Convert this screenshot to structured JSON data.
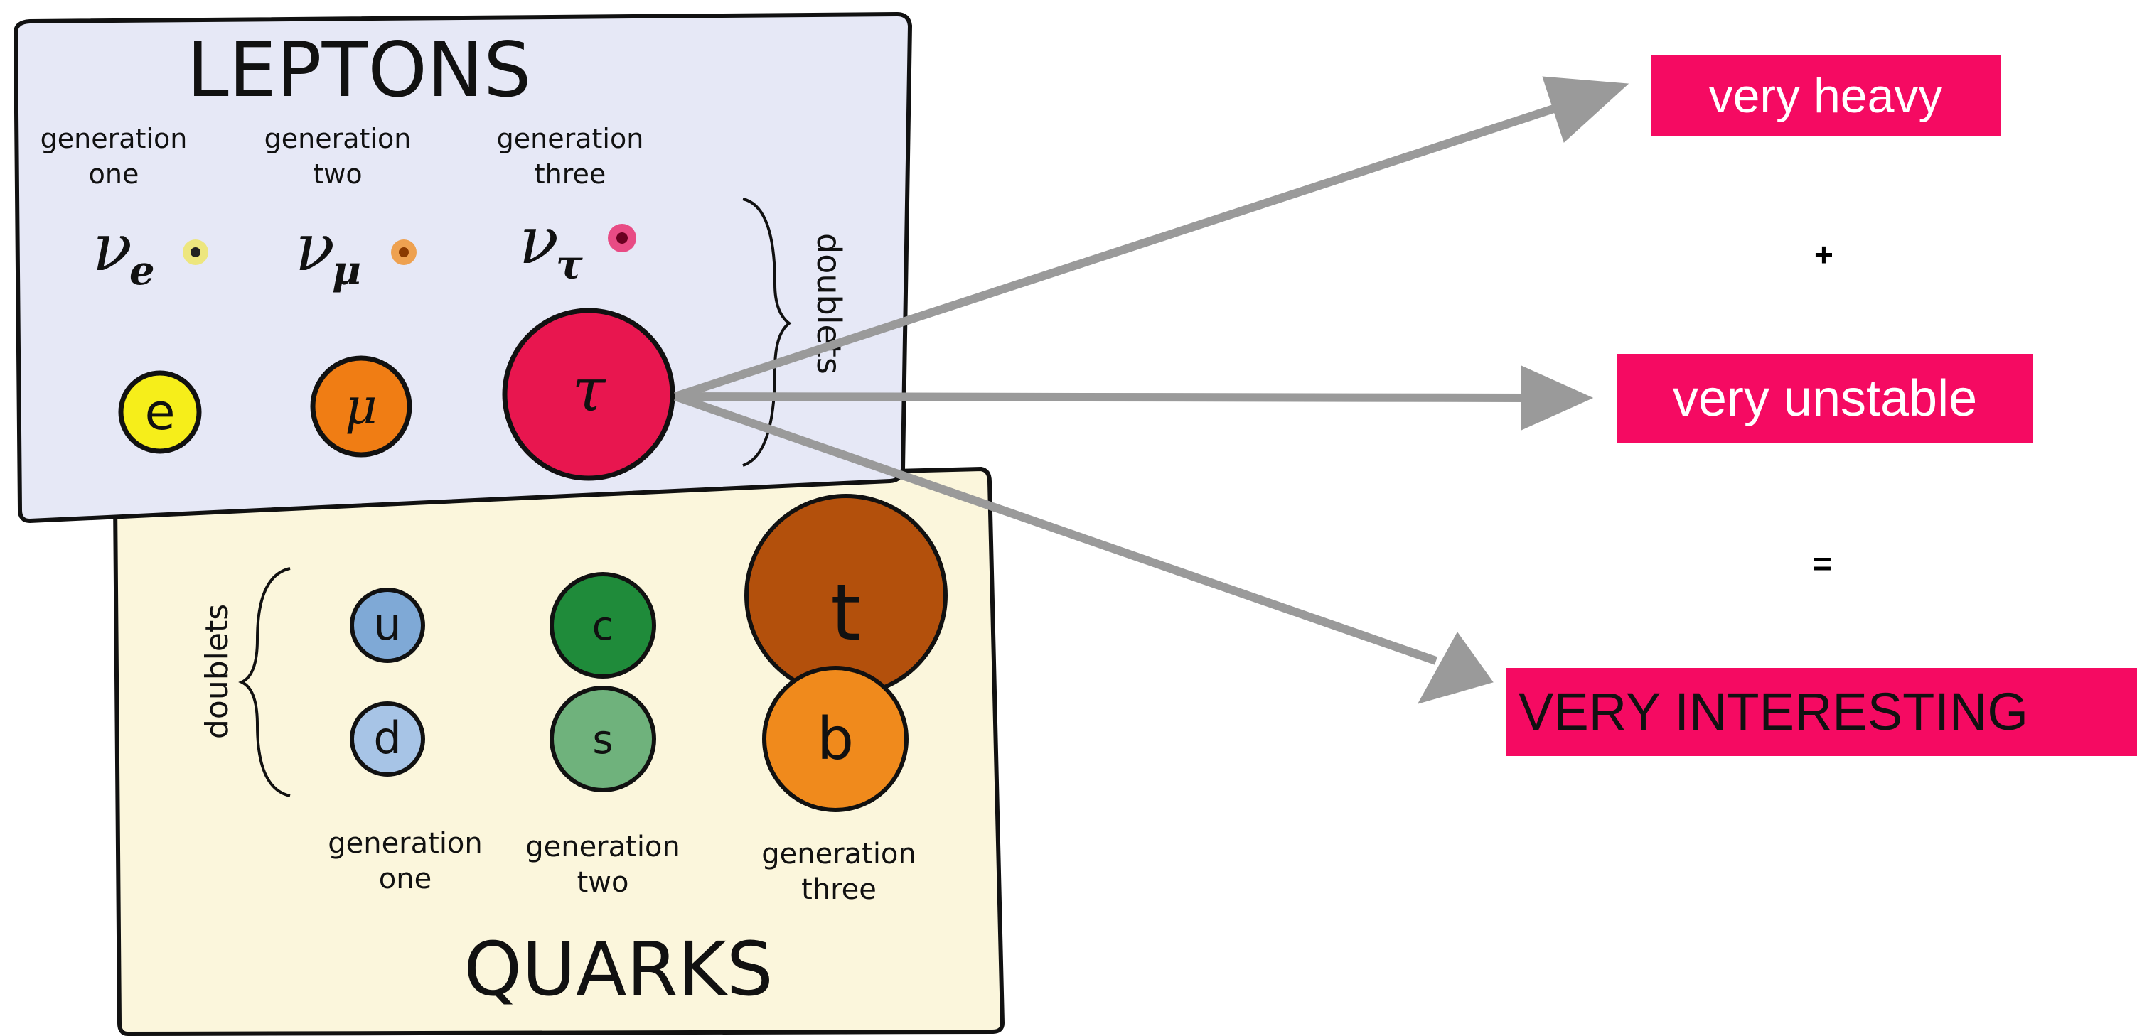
{
  "leptons": {
    "title": "LEPTONS",
    "generations": [
      {
        "line1": "generation",
        "line2": "one"
      },
      {
        "line1": "generation",
        "line2": "two"
      },
      {
        "line1": "generation",
        "line2": "three"
      }
    ],
    "neutrinos": [
      {
        "symbol": "ν",
        "subscript": "e",
        "dot_color": "#f3e31c"
      },
      {
        "symbol": "ν",
        "subscript": "μ",
        "dot_color": "#f08a18"
      },
      {
        "symbol": "ν",
        "subscript": "τ",
        "dot_color": "#e8175d"
      }
    ],
    "charged": [
      {
        "symbol": "e",
        "color": "#f6ee1a"
      },
      {
        "symbol": "μ",
        "color": "#f07d14"
      },
      {
        "symbol": "τ",
        "color": "#e8164f"
      }
    ],
    "doublets_label": "doublets",
    "panel_color": "#e6e8f6"
  },
  "quarks": {
    "title": "QUARKS",
    "generations": [
      {
        "line1": "generation",
        "line2": "one"
      },
      {
        "line1": "generation",
        "line2": "two"
      },
      {
        "line1": "generation",
        "line2": "three"
      }
    ],
    "up_type": [
      {
        "symbol": "u",
        "color": "#7fa9d6"
      },
      {
        "symbol": "c",
        "color": "#1f8b3a"
      },
      {
        "symbol": "t",
        "color": "#b3500c"
      }
    ],
    "down_type": [
      {
        "symbol": "d",
        "color": "#a7c4e6"
      },
      {
        "symbol": "s",
        "color": "#6fb27c"
      },
      {
        "symbol": "b",
        "color": "#f08a1c"
      }
    ],
    "doublets_label": "doublets",
    "panel_color": "#fbf6dc"
  },
  "annotations": {
    "heavy": "very heavy",
    "plus": "+",
    "unstable": "very unstable",
    "equals": "=",
    "interesting": "VERY INTERESTING",
    "box_color": "#f50a62",
    "heavy_text_color": "#ffffff",
    "unstable_text_color": "#ffffff",
    "interesting_text_color": "#111111",
    "arrow_color": "#9a9a9a"
  }
}
